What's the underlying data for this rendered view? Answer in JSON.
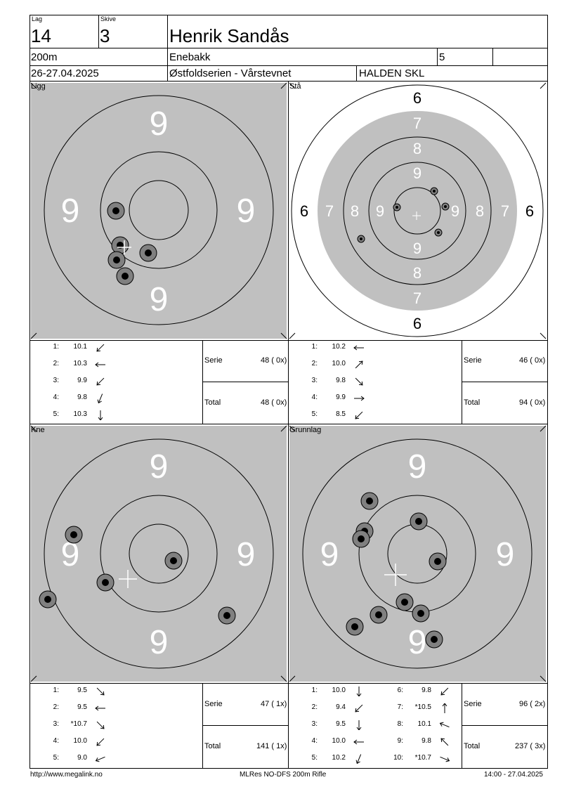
{
  "header": {
    "lag_label": "Lag",
    "lag_value": "14",
    "skive_label": "Skive",
    "skive_value": "3",
    "shooter_name": "Henrik Sandås",
    "distance": "200m",
    "club": "Enebakk",
    "class": "5",
    "date": "26-27.04.2025",
    "event": "Østfoldserien - Vårstevnet",
    "venue": "HALDEN SKL"
  },
  "targets": {
    "ligg": {
      "title": "Ligg",
      "ring_labels": [
        "9",
        "9",
        "9",
        "9"
      ],
      "shots": [
        {
          "n": 1,
          "value": "10.1",
          "dir": "sw"
        },
        {
          "n": 2,
          "value": "10.3",
          "dir": "w"
        },
        {
          "n": 3,
          "value": "9.9",
          "dir": "sw"
        },
        {
          "n": 4,
          "value": "9.8",
          "dir": "ssw"
        },
        {
          "n": 5,
          "value": "10.3",
          "dir": "s"
        }
      ],
      "serie_label": "Serie",
      "serie_value": "48 ( 0x)",
      "total_label": "Total",
      "total_value": "48 ( 0x)"
    },
    "staa": {
      "title": "Stå",
      "ring_labels": [
        "6",
        "7",
        "8",
        "9",
        "9",
        "8",
        "7",
        "6",
        "6",
        "7",
        "8",
        "9",
        "9",
        "8",
        "7",
        "6"
      ],
      "shots": [
        {
          "n": 1,
          "value": "10.2",
          "dir": "w"
        },
        {
          "n": 2,
          "value": "10.0",
          "dir": "ne"
        },
        {
          "n": 3,
          "value": "9.8",
          "dir": "se"
        },
        {
          "n": 4,
          "value": "9.9",
          "dir": "e"
        },
        {
          "n": 5,
          "value": "8.5",
          "dir": "sw"
        }
      ],
      "serie_label": "Serie",
      "serie_value": "46 ( 0x)",
      "total_label": "Total",
      "total_value": "94 ( 0x)"
    },
    "kne": {
      "title": "Kne",
      "ring_labels": [
        "9",
        "9",
        "9",
        "9"
      ],
      "shots": [
        {
          "n": 1,
          "value": "9.5",
          "dir": "se"
        },
        {
          "n": 2,
          "value": "9.5",
          "dir": "w"
        },
        {
          "n": 3,
          "value": "*10.7",
          "dir": "se"
        },
        {
          "n": 4,
          "value": "10.0",
          "dir": "sw"
        },
        {
          "n": 5,
          "value": "9.0",
          "dir": "wsw"
        }
      ],
      "serie_label": "Serie",
      "serie_value": "47 ( 1x)",
      "total_label": "Total",
      "total_value": "141 ( 1x)"
    },
    "grunnlag": {
      "title": "Grunnlag",
      "ring_labels": [
        "9",
        "9",
        "9",
        "9"
      ],
      "shots": [
        {
          "n": 1,
          "value": "10.0",
          "dir": "s"
        },
        {
          "n": 2,
          "value": "9.4",
          "dir": "sw"
        },
        {
          "n": 3,
          "value": "9.5",
          "dir": "s"
        },
        {
          "n": 4,
          "value": "10.0",
          "dir": "w"
        },
        {
          "n": 5,
          "value": "10.2",
          "dir": "ssw"
        },
        {
          "n": 6,
          "value": "9.8",
          "dir": "sw"
        },
        {
          "n": 7,
          "value": "*10.5",
          "dir": "n"
        },
        {
          "n": 8,
          "value": "10.1",
          "dir": "wnw"
        },
        {
          "n": 9,
          "value": "9.8",
          "dir": "nw"
        },
        {
          "n": 10,
          "value": "*10.7",
          "dir": "ese"
        }
      ],
      "serie_label": "Serie",
      "serie_value": "96 ( 2x)",
      "total_label": "Total",
      "total_value": "237 ( 3x)"
    }
  },
  "footer": {
    "url": "http://www.megalink.no",
    "system": "MLRes NO-DFS 200m Rifle",
    "timestamp": "14:00 - 27.04.2025"
  }
}
